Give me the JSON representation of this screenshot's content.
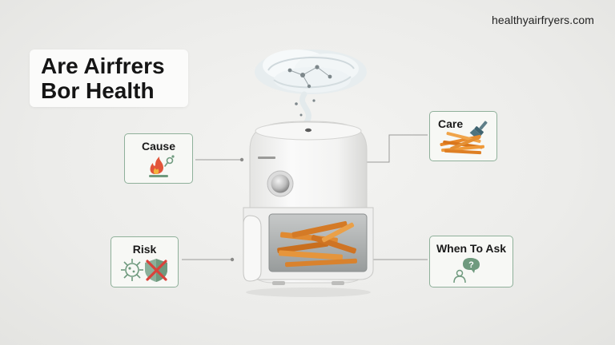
{
  "site": "healthyairfryers.com",
  "title": {
    "line1": "Are Airfrers",
    "line2": "Bor Health"
  },
  "cards": {
    "cause": {
      "label": "Cause",
      "icon": "flame-icon"
    },
    "care": {
      "label": "Care",
      "icon": "fries-brush-icon"
    },
    "risk": {
      "label": "Risk",
      "icon": "virus-shield-icon"
    },
    "ask": {
      "label": "When To Ask",
      "icon": "person-question-icon"
    }
  },
  "colors": {
    "accent_green": "#6f9a7e",
    "warning_red": "#d9433b",
    "fries_orange": "#e8892b"
  }
}
